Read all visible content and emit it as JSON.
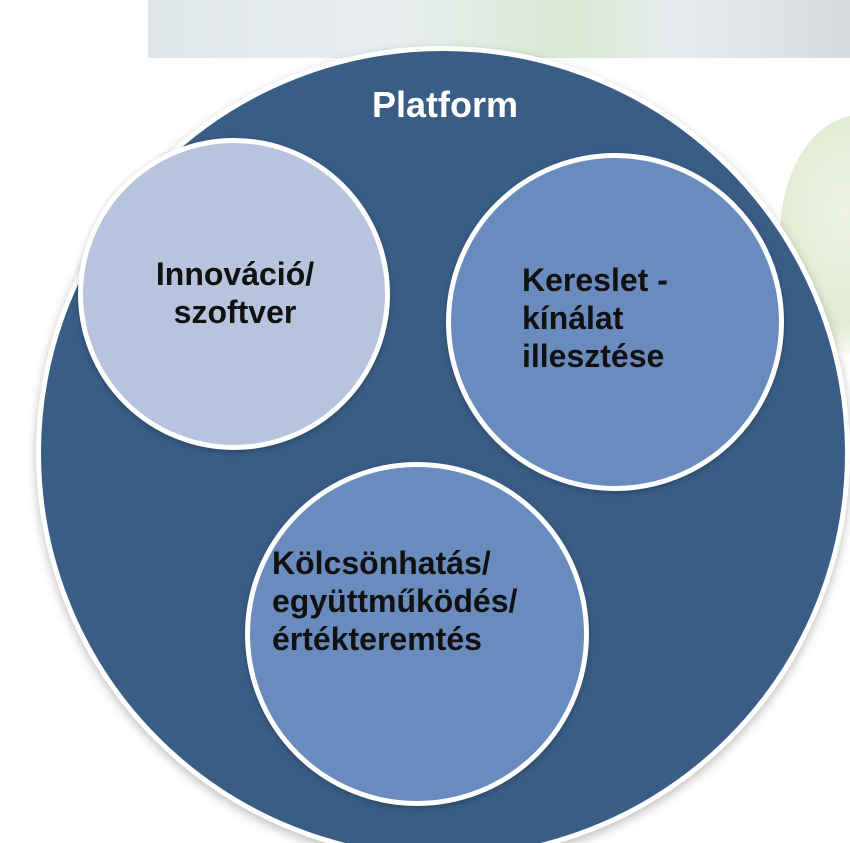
{
  "diagram": {
    "outer": {
      "label": "Platform"
    },
    "circles": [
      {
        "lines": [
          "Innováció/",
          "szoftver"
        ]
      },
      {
        "lines": [
          "Kereslet -",
          "kínálat",
          "illesztése"
        ]
      },
      {
        "lines": [
          "Kölcsönhatás/",
          "együttműködés/",
          "értékteremtés"
        ]
      }
    ]
  },
  "colors": {
    "outer_fill": "#3a5d86",
    "circle_light": "#b8c4dd",
    "circle_medium": "#6a8bbd",
    "border": "#ffffff"
  }
}
